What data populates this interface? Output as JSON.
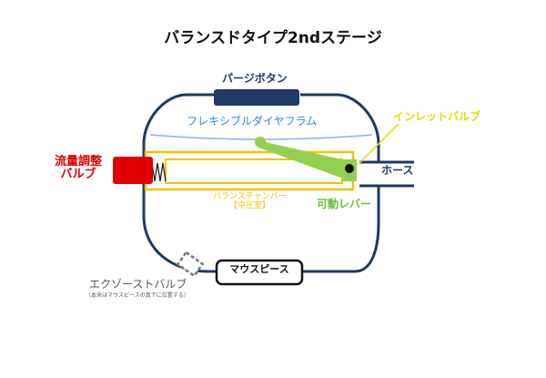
{
  "title": "バランスドタイプ2ndステージ",
  "labels": {
    "purge_button": "パージボタン",
    "diaphragm": "フレキシブルダイヤフラム",
    "inlet_valve": "インレットバルブ",
    "flow_adjust": [
      "流量調整",
      "バルブ"
    ],
    "hose": "ホース",
    "balance_chamber": [
      "バランスチャンバー",
      "【中圧室】"
    ],
    "lever": "可動レバー",
    "mouthpiece": "マウスピース",
    "exhaust_valve": "エクゾーストバルブ",
    "exhaust_note": "（本来はマウスピースの真下に位置する）"
  },
  "colors": {
    "housing": "#1f3866",
    "diaphragm": "#8db3e2",
    "chamber": "#f2c300",
    "lever": "#92d050",
    "flow_valve": "#e00000",
    "inlet_label": "#e0dc00",
    "exhaust": "#777777"
  }
}
